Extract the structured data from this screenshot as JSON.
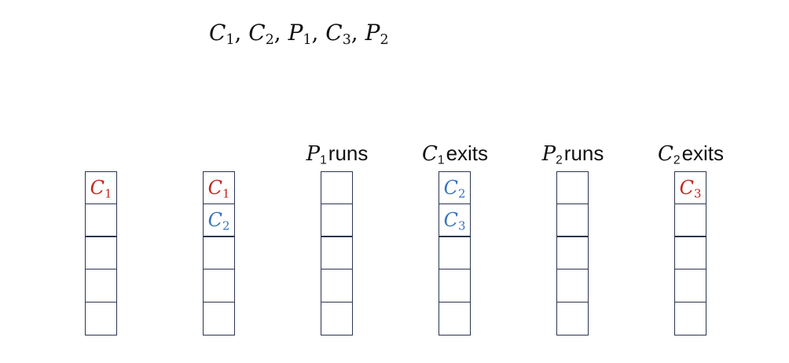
{
  "sequence": [
    {
      "var": "C",
      "sub": "1",
      "sep": ", "
    },
    {
      "var": "C",
      "sub": "2",
      "sep": ", "
    },
    {
      "var": "P",
      "sub": "1",
      "sep": ", "
    },
    {
      "var": "C",
      "sub": "3",
      "sep": ", "
    },
    {
      "var": "P",
      "sub": "2",
      "sep": ""
    }
  ],
  "columns": [
    {
      "label": null,
      "slots": [
        {
          "var": "C",
          "sub": "1",
          "color": "red"
        },
        null,
        null,
        null,
        null
      ]
    },
    {
      "label": null,
      "slots": [
        {
          "var": "C",
          "sub": "1",
          "color": "red"
        },
        {
          "var": "C",
          "sub": "2",
          "color": "blue"
        },
        null,
        null,
        null
      ]
    },
    {
      "label": {
        "var": "P",
        "sub": "1",
        "text": "runs"
      },
      "slots": [
        null,
        null,
        null,
        null,
        null
      ]
    },
    {
      "label": {
        "var": "C",
        "sub": "1",
        "text": "exits"
      },
      "slots": [
        {
          "var": "C",
          "sub": "2",
          "color": "blue"
        },
        {
          "var": "C",
          "sub": "3",
          "color": "blue"
        },
        null,
        null,
        null
      ]
    },
    {
      "label": {
        "var": "P",
        "sub": "2",
        "text": "runs"
      },
      "slots": [
        null,
        null,
        null,
        null,
        null
      ]
    },
    {
      "label": {
        "var": "C",
        "sub": "2",
        "text": "exits"
      },
      "slots": [
        {
          "var": "C",
          "sub": "3",
          "color": "red"
        },
        null,
        null,
        null,
        null
      ]
    }
  ],
  "colors": {
    "red": "#c0271e",
    "blue": "#3773bd",
    "outline": "#2b3550"
  }
}
